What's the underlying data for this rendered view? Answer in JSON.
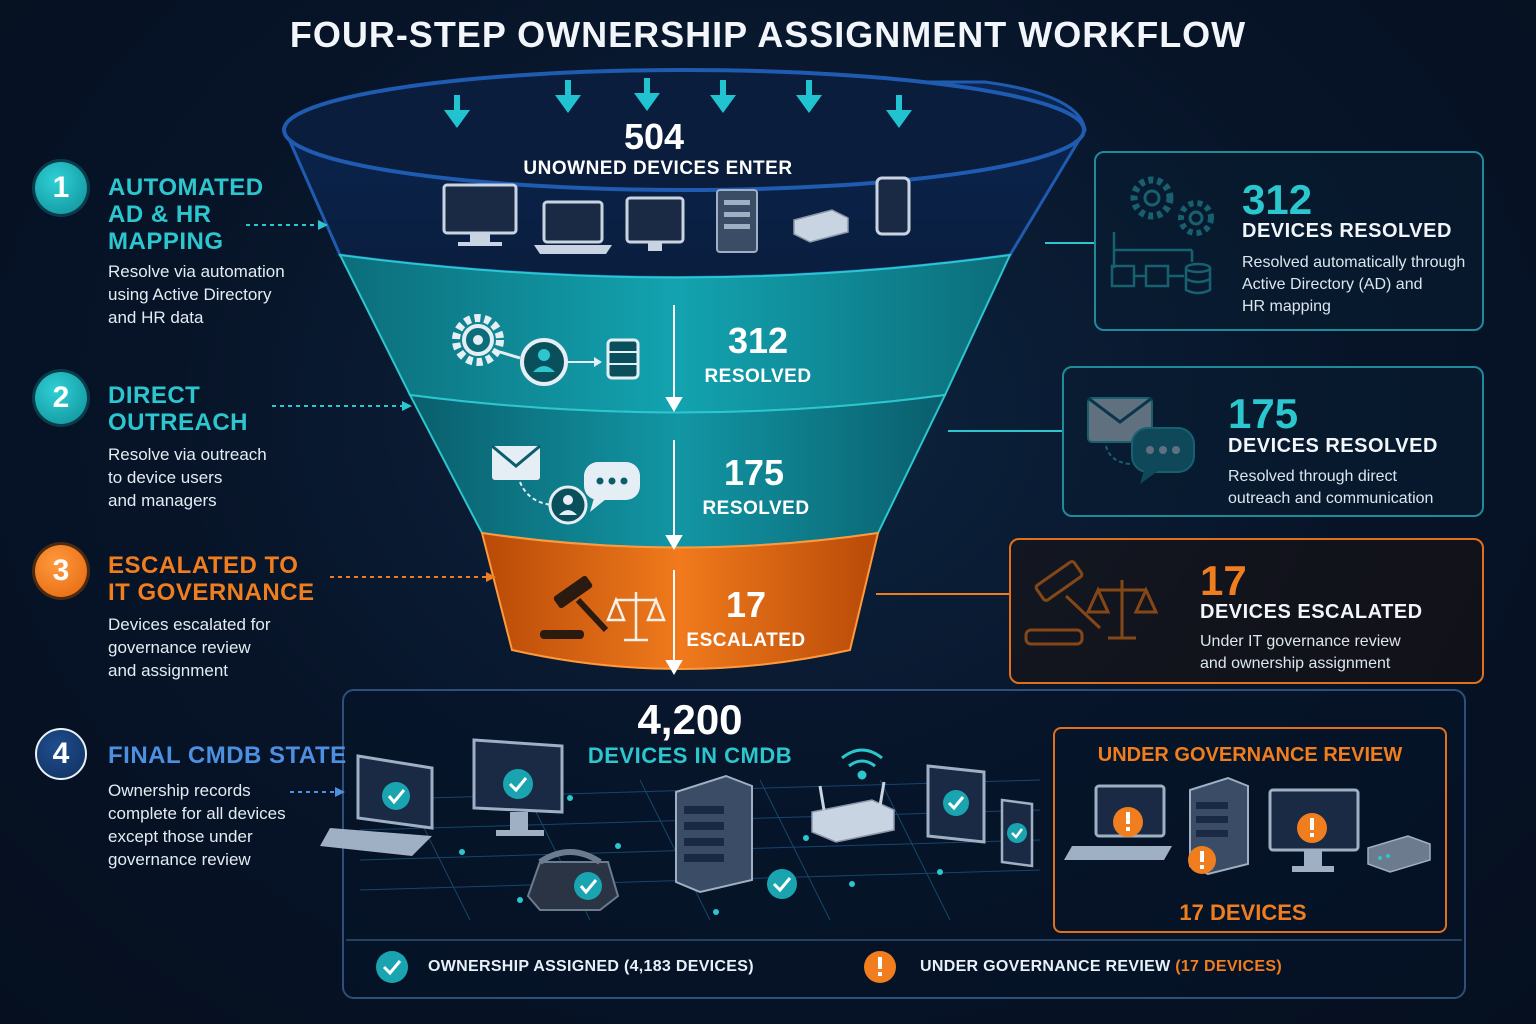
{
  "title": "FOUR-STEP OWNERSHIP ASSIGNMENT WORKFLOW",
  "colors": {
    "teal": "#2cc6cf",
    "orange": "#f07d1e",
    "blue": "#4d8fe0",
    "background": "#071428"
  },
  "steps": [
    {
      "number": "1",
      "title_lines": [
        "AUTOMATED",
        "AD & HR",
        "MAPPING"
      ],
      "desc_lines": [
        "Resolve via automation",
        "using Active Directory",
        "and HR data"
      ]
    },
    {
      "number": "2",
      "title_lines": [
        "DIRECT",
        "OUTREACH"
      ],
      "desc_lines": [
        "Resolve via outreach",
        "to device users",
        "and managers"
      ]
    },
    {
      "number": "3",
      "title_lines": [
        "ESCALATED TO",
        "IT GOVERNANCE"
      ],
      "desc_lines": [
        "Devices escalated for",
        "governance review",
        "and assignment"
      ]
    },
    {
      "number": "4",
      "title_lines": [
        "FINAL CMDB STATE"
      ],
      "desc_lines": [
        "Ownership records",
        "complete for all devices",
        "except those under",
        "governance review"
      ]
    }
  ],
  "funnel": {
    "top": {
      "value": "504",
      "label": "UNOWNED DEVICES ENTER"
    },
    "stage1": {
      "value": "312",
      "label": "RESOLVED"
    },
    "stage2": {
      "value": "175",
      "label": "RESOLVED"
    },
    "stage3": {
      "value": "17",
      "label": "ESCALATED"
    }
  },
  "result_boxes": [
    {
      "value": "312",
      "label": "DEVICES RESOLVED",
      "desc_lines": [
        "Resolved automatically through",
        "Active Directory (AD) and",
        "HR mapping"
      ]
    },
    {
      "value": "175",
      "label": "DEVICES RESOLVED",
      "desc_lines": [
        "Resolved through direct",
        "outreach and communication"
      ]
    },
    {
      "value": "17",
      "label": "DEVICES ESCALATED",
      "desc_lines": [
        "Under IT governance review",
        "and ownership assignment"
      ]
    }
  ],
  "cmdb": {
    "value": "4,200",
    "label": "DEVICES IN CMDB",
    "governance": {
      "title": "UNDER GOVERNANCE REVIEW",
      "count": "17 DEVICES"
    },
    "legend": {
      "assigned": "OWNERSHIP ASSIGNED (4,183 DEVICES)",
      "review_prefix": "UNDER GOVERNANCE REVIEW",
      "review_count": "(17 DEVICES)"
    }
  },
  "icons": [
    "arrow-down-icon",
    "monitor-icon",
    "laptop-icon",
    "server-icon",
    "mini-pc-icon",
    "phone-icon",
    "gear-icon",
    "user-icon",
    "database-icon",
    "envelope-icon",
    "chat-icon",
    "gavel-icon",
    "scales-icon",
    "check-icon",
    "warning-icon",
    "wifi-icon",
    "router-icon",
    "desk-phone-icon",
    "tablet-icon"
  ]
}
